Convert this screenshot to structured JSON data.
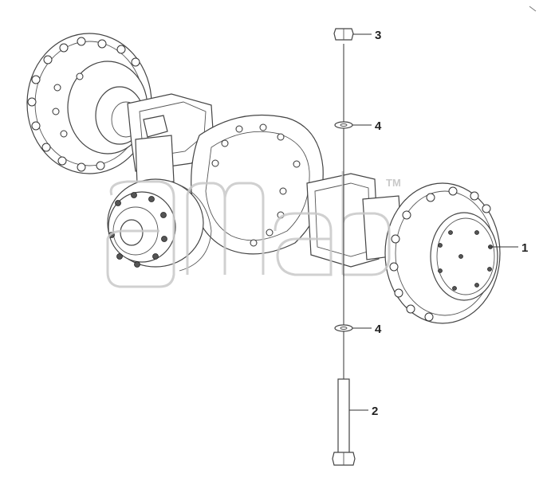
{
  "diagram": {
    "callouts": [
      {
        "id": "1",
        "label": "1"
      },
      {
        "id": "2",
        "label": "2"
      },
      {
        "id": "3",
        "label": "3"
      },
      {
        "id": "4a",
        "label": "4"
      },
      {
        "id": "4b",
        "label": "4"
      }
    ],
    "watermark": {
      "text": "gmab",
      "mark": "TM"
    }
  }
}
